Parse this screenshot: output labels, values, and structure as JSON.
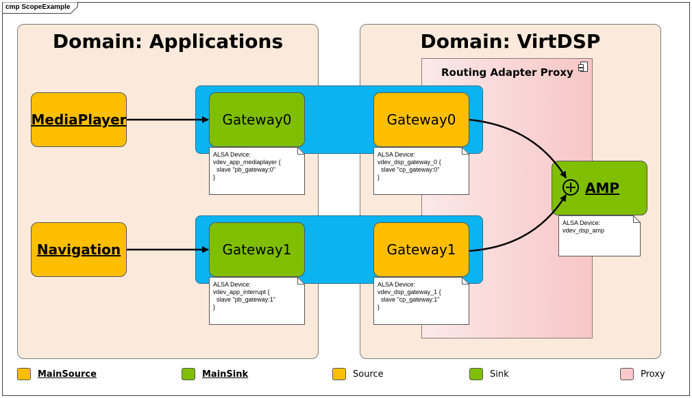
{
  "frame": {
    "title": "cmp ScopeExample"
  },
  "domains": {
    "applications": {
      "title": "Domain: Applications"
    },
    "virtdsp": {
      "title": "Domain: VirtDSP"
    }
  },
  "proxy": {
    "title": "Routing Adapter Proxy"
  },
  "nodes": {
    "mediaplayer": "MediaPlayer",
    "navigation": "Navigation",
    "app_gateway0": "Gateway0",
    "app_gateway1": "Gateway1",
    "dsp_gateway0": "Gateway0",
    "dsp_gateway1": "Gateway1",
    "amp": "AMP"
  },
  "notes": {
    "app_gateway0": "ALSA Device:\nvdev_app_mediaplayer {\n  slave \"pb_gateway:0\"\n}",
    "dsp_gateway0": "ALSA Device:\nvdev_dsp_gateway_0 {\n  slave \"cp_gateway:0\"\n}",
    "app_gateway1": "ALSA Device:\nvdev_app_interrupt {\n  slave \"pb_gateway:1\"\n}",
    "dsp_gateway1": "ALSA Device:\nvdev_dsp_gateway_1 {\n  slave \"cp_gateway:1\"\n}",
    "amp": "ALSA Device:\nvdev_dsp_amp"
  },
  "legend": [
    {
      "label": "MainSource",
      "color": "#ffbf00",
      "bold": true
    },
    {
      "label": "MainSink",
      "color": "#7fbf00",
      "bold": true
    },
    {
      "label": "Source",
      "color": "#ffbf00",
      "bold": false
    },
    {
      "label": "Sink",
      "color": "#7fbf00",
      "bold": false
    },
    {
      "label": "Proxy",
      "color": "#fbc8cc",
      "bold": false
    }
  ],
  "colors": {
    "source": "#ffbf00",
    "sink": "#7fbf00",
    "link_band": "#0ab4f0",
    "domain_bg": "#fbeadb",
    "proxy_bg": "#f8c6c6"
  }
}
